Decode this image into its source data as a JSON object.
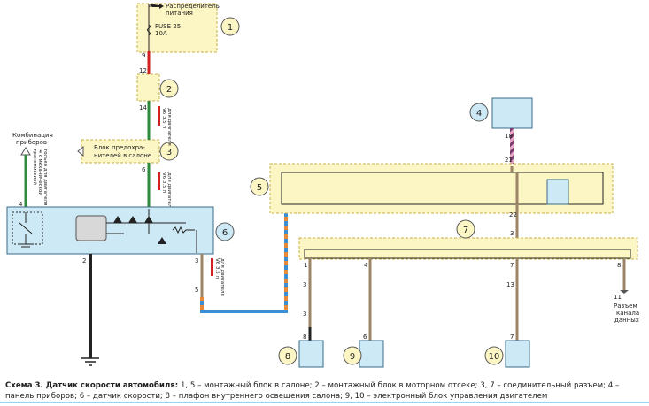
{
  "top_labels": {
    "power_line1": "Распределитель",
    "power_line2": "питания",
    "fuse": "FUSE 25",
    "fuse_rating": "10A",
    "gauges_line1": "Комбинация",
    "gauges_line2": "приборов",
    "fuse_block_line1": "Блок предохра-",
    "fuse_block_line2": "нителей в салоне",
    "connector_line1": "Разъем",
    "connector_line2": "канала",
    "connector_line3": "данных"
  },
  "engine_notes": {
    "mech_line1": "только для двигателя",
    "mech_line2": "I4 с механической",
    "mech_line3": "трансмиссией",
    "note1_line1": "для двигателя",
    "note1_line2": "V6 3.5 л",
    "note2_line1": "для двигателя",
    "note2_line2": "V6 3.5 л",
    "note3_line1": "для двигателя",
    "note3_line2": "V6 3.5 л"
  },
  "circles": [
    "1",
    "2",
    "3",
    "4",
    "5",
    "6",
    "7",
    "8",
    "9",
    "10"
  ],
  "pins": {
    "p9": "9",
    "p12": "12",
    "p14": "14",
    "p6": "6",
    "p4": "4",
    "p2": "2",
    "p3a": "3",
    "p5": "5",
    "p18": "18",
    "p21": "21",
    "p22": "22",
    "p3b": "3",
    "p1": "1",
    "p4b": "4",
    "p7a": "7",
    "p8": "8",
    "p3c": "3",
    "p3d": "3",
    "p13": "13",
    "p11": "11",
    "p8b": "8",
    "p6b": "6",
    "p7b": "7"
  },
  "colors": {
    "yellow_block": "#fcf5c4",
    "blue_block": "#cde9f5",
    "wire_green": "#2e8b3c",
    "wire_red": "#d02020",
    "wire_brown": "#9c8466",
    "wire_black": "#222222",
    "wire_blue": "#3b8fd6",
    "wire_orange": "#e8893a"
  },
  "caption": {
    "bold": "Схема 3. Датчик скорости автомобиля:",
    "text": " 1, 5 – монтажный блок в салоне; 2 – монтажный блок в моторном отсеке; 3, 7 – соединительный разъем; 4 – панель приборов; 6 – датчик скорости; 8 – плафон внутреннего освещения салона; 9, 10 – электронный блок управления двигателем"
  }
}
